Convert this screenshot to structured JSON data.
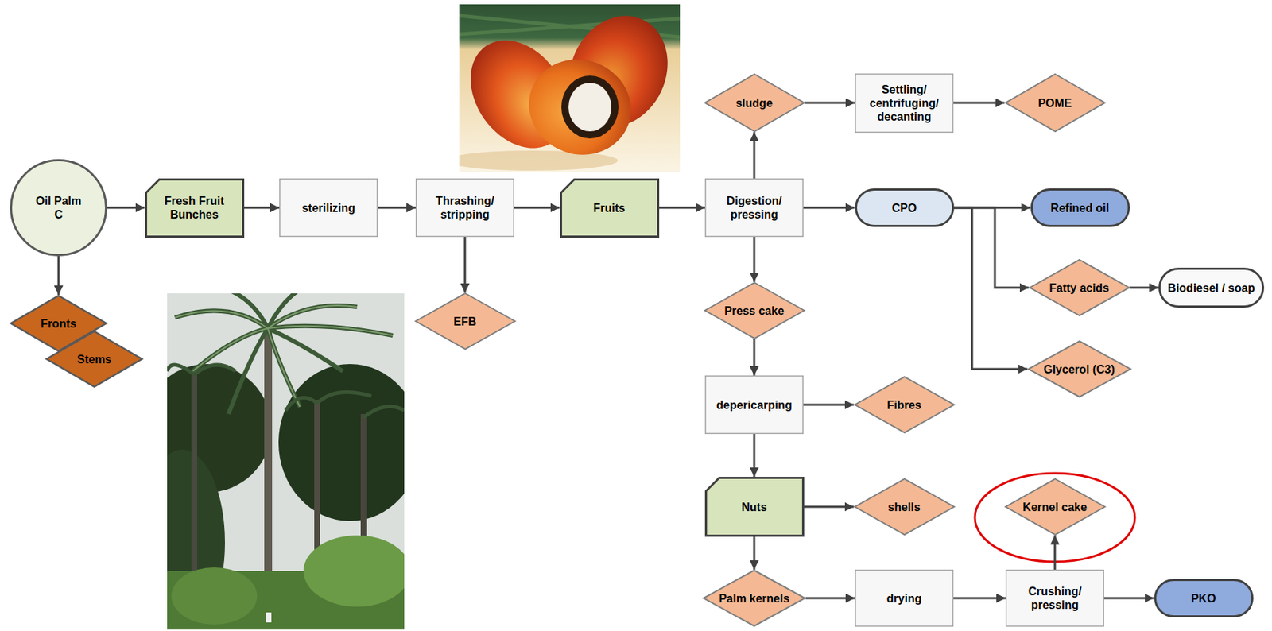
{
  "diagram": {
    "nodes": [
      {
        "text": [
          "Oil Palm C"
        ]
      },
      {
        "text": [
          "Fronts"
        ]
      },
      {
        "text": [
          "Stems"
        ]
      },
      {
        "text": [
          "Fresh Fruit Bunches"
        ]
      },
      {
        "text": [
          "sterilizing"
        ]
      },
      {
        "text": [
          "Thrashing/ stripping"
        ]
      },
      {
        "text": [
          "EFB"
        ]
      },
      {
        "text": [
          "Fruits"
        ]
      },
      {
        "text": [
          "Digestion/ pressing"
        ]
      },
      {
        "text": [
          "sludge"
        ]
      },
      {
        "text": [
          "Settling/ centrifuging/ decanting"
        ]
      },
      {
        "text": [
          "POME"
        ]
      },
      {
        "text": [
          "CPO"
        ]
      },
      {
        "text": [
          "Refined oil"
        ]
      },
      {
        "text": [
          "Fatty acids"
        ]
      },
      {
        "text": [
          "Biodiesel / soap"
        ]
      },
      {
        "text": [
          "Glycerol (C3)"
        ]
      },
      {
        "text": [
          "Press cake"
        ]
      },
      {
        "text": [
          "depericarping"
        ]
      },
      {
        "text": [
          "Fibres"
        ]
      },
      {
        "text": [
          "Nuts"
        ]
      },
      {
        "text": [
          "shells"
        ]
      },
      {
        "text": [
          "Palm kernels"
        ]
      },
      {
        "text": [
          "drying"
        ]
      },
      {
        "text": [
          "Crushing/ pressing"
        ]
      },
      {
        "text": [
          "Kernel cake"
        ]
      },
      {
        "text": [
          "PKO"
        ]
      }
    ],
    "edges": [
      {
        "from": 0,
        "to": 1,
        "arrow": "to"
      },
      {
        "from": 0,
        "to": 3,
        "arrow": "to"
      },
      {
        "from": 3,
        "to": 4,
        "arrow": "to"
      },
      {
        "from": 4,
        "to": 5,
        "arrow": "to"
      },
      {
        "from": 5,
        "to": 6,
        "arrow": "to"
      },
      {
        "from": 5,
        "to": 7,
        "arrow": "to"
      },
      {
        "from": 7,
        "to": 8,
        "arrow": "to"
      },
      {
        "from": 8,
        "to": 9,
        "arrow": "to"
      },
      {
        "from": 9,
        "to": 10,
        "arrow": "to"
      },
      {
        "from": 10,
        "to": 11,
        "arrow": "to"
      },
      {
        "from": 8,
        "to": 12,
        "arrow": "to"
      },
      {
        "from": 12,
        "to": 13,
        "arrow": "to"
      },
      {
        "from": 12,
        "to": 14,
        "arrow": "to"
      },
      {
        "from": 12,
        "to": 16,
        "arrow": "to"
      },
      {
        "from": 14,
        "to": 15,
        "arrow": "to"
      },
      {
        "from": 8,
        "to": 17,
        "arrow": "to"
      },
      {
        "from": 17,
        "to": 18,
        "arrow": "to"
      },
      {
        "from": 18,
        "to": 19,
        "arrow": "to"
      },
      {
        "from": 18,
        "to": 20,
        "arrow": "to"
      },
      {
        "from": 20,
        "to": 21,
        "arrow": "to"
      },
      {
        "from": 20,
        "to": 22,
        "arrow": "to"
      },
      {
        "from": 22,
        "to": 23,
        "arrow": "to"
      },
      {
        "from": 23,
        "to": 24,
        "arrow": "to"
      },
      {
        "from": 24,
        "to": 25,
        "arrow": "to"
      },
      {
        "from": 24,
        "to": 26,
        "arrow": "to"
      }
    ]
  }
}
